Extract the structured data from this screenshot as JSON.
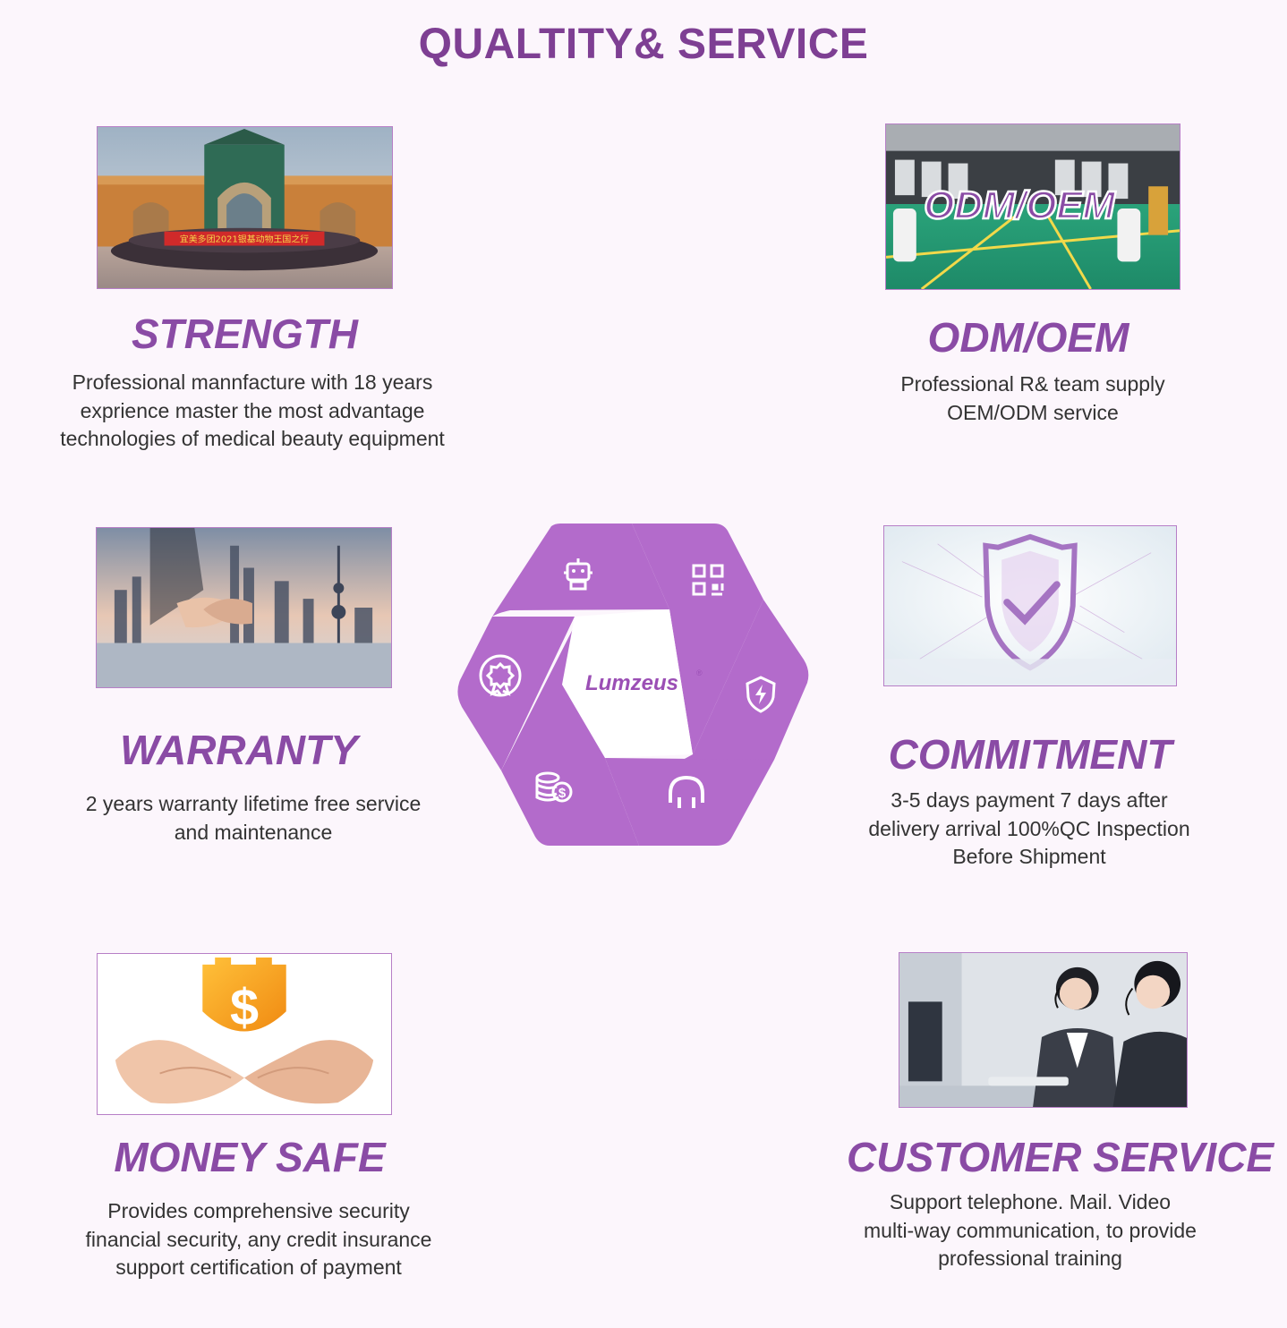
{
  "page": {
    "title": "QUALTITY& SERVICE"
  },
  "colors": {
    "accent": "#8a4ba5",
    "hex_segment": "#b36bcb",
    "title": "#7e3f93",
    "background": "#fcf6fc"
  },
  "sections": {
    "strength": {
      "heading": "STRENGTH",
      "lines": [
        "Professional mannfacture with 18 years",
        "exprience master the most advantage",
        "technologies of medical beauty equipment"
      ],
      "banner_text": "宜美多团2021银基动物王国之行"
    },
    "odm": {
      "heading": "ODM/OEM",
      "lines": [
        "Professional R& team supply",
        "OEM/ODM service"
      ],
      "image_overlay": "ODM/OEM"
    },
    "warranty": {
      "heading": "WARRANTY",
      "lines": [
        "2 years warranty lifetime free service",
        "and maintenance"
      ]
    },
    "commitment": {
      "heading": "COMMITMENT",
      "lines": [
        "3-5 days payment 7 days after",
        "delivery arrival 100%QC Inspection",
        "Before Shipment"
      ]
    },
    "money": {
      "heading": "MONEY SAFE",
      "lines": [
        "Provides comprehensive security",
        "financial security, any credit insurance",
        "support certification of payment"
      ],
      "image_symbol": "$"
    },
    "customer": {
      "heading": "CUSTOMER SERVICE",
      "lines": [
        "Support telephone. Mail. Video",
        "multi-way communication, to provide",
        "professional training"
      ]
    }
  },
  "center": {
    "brand": "Lumzeus",
    "registered": "®",
    "icons": [
      "robot-icon",
      "qr-code-icon",
      "shield-bolt-icon",
      "headphones-icon",
      "coins-icon",
      "award-badge-icon"
    ]
  }
}
